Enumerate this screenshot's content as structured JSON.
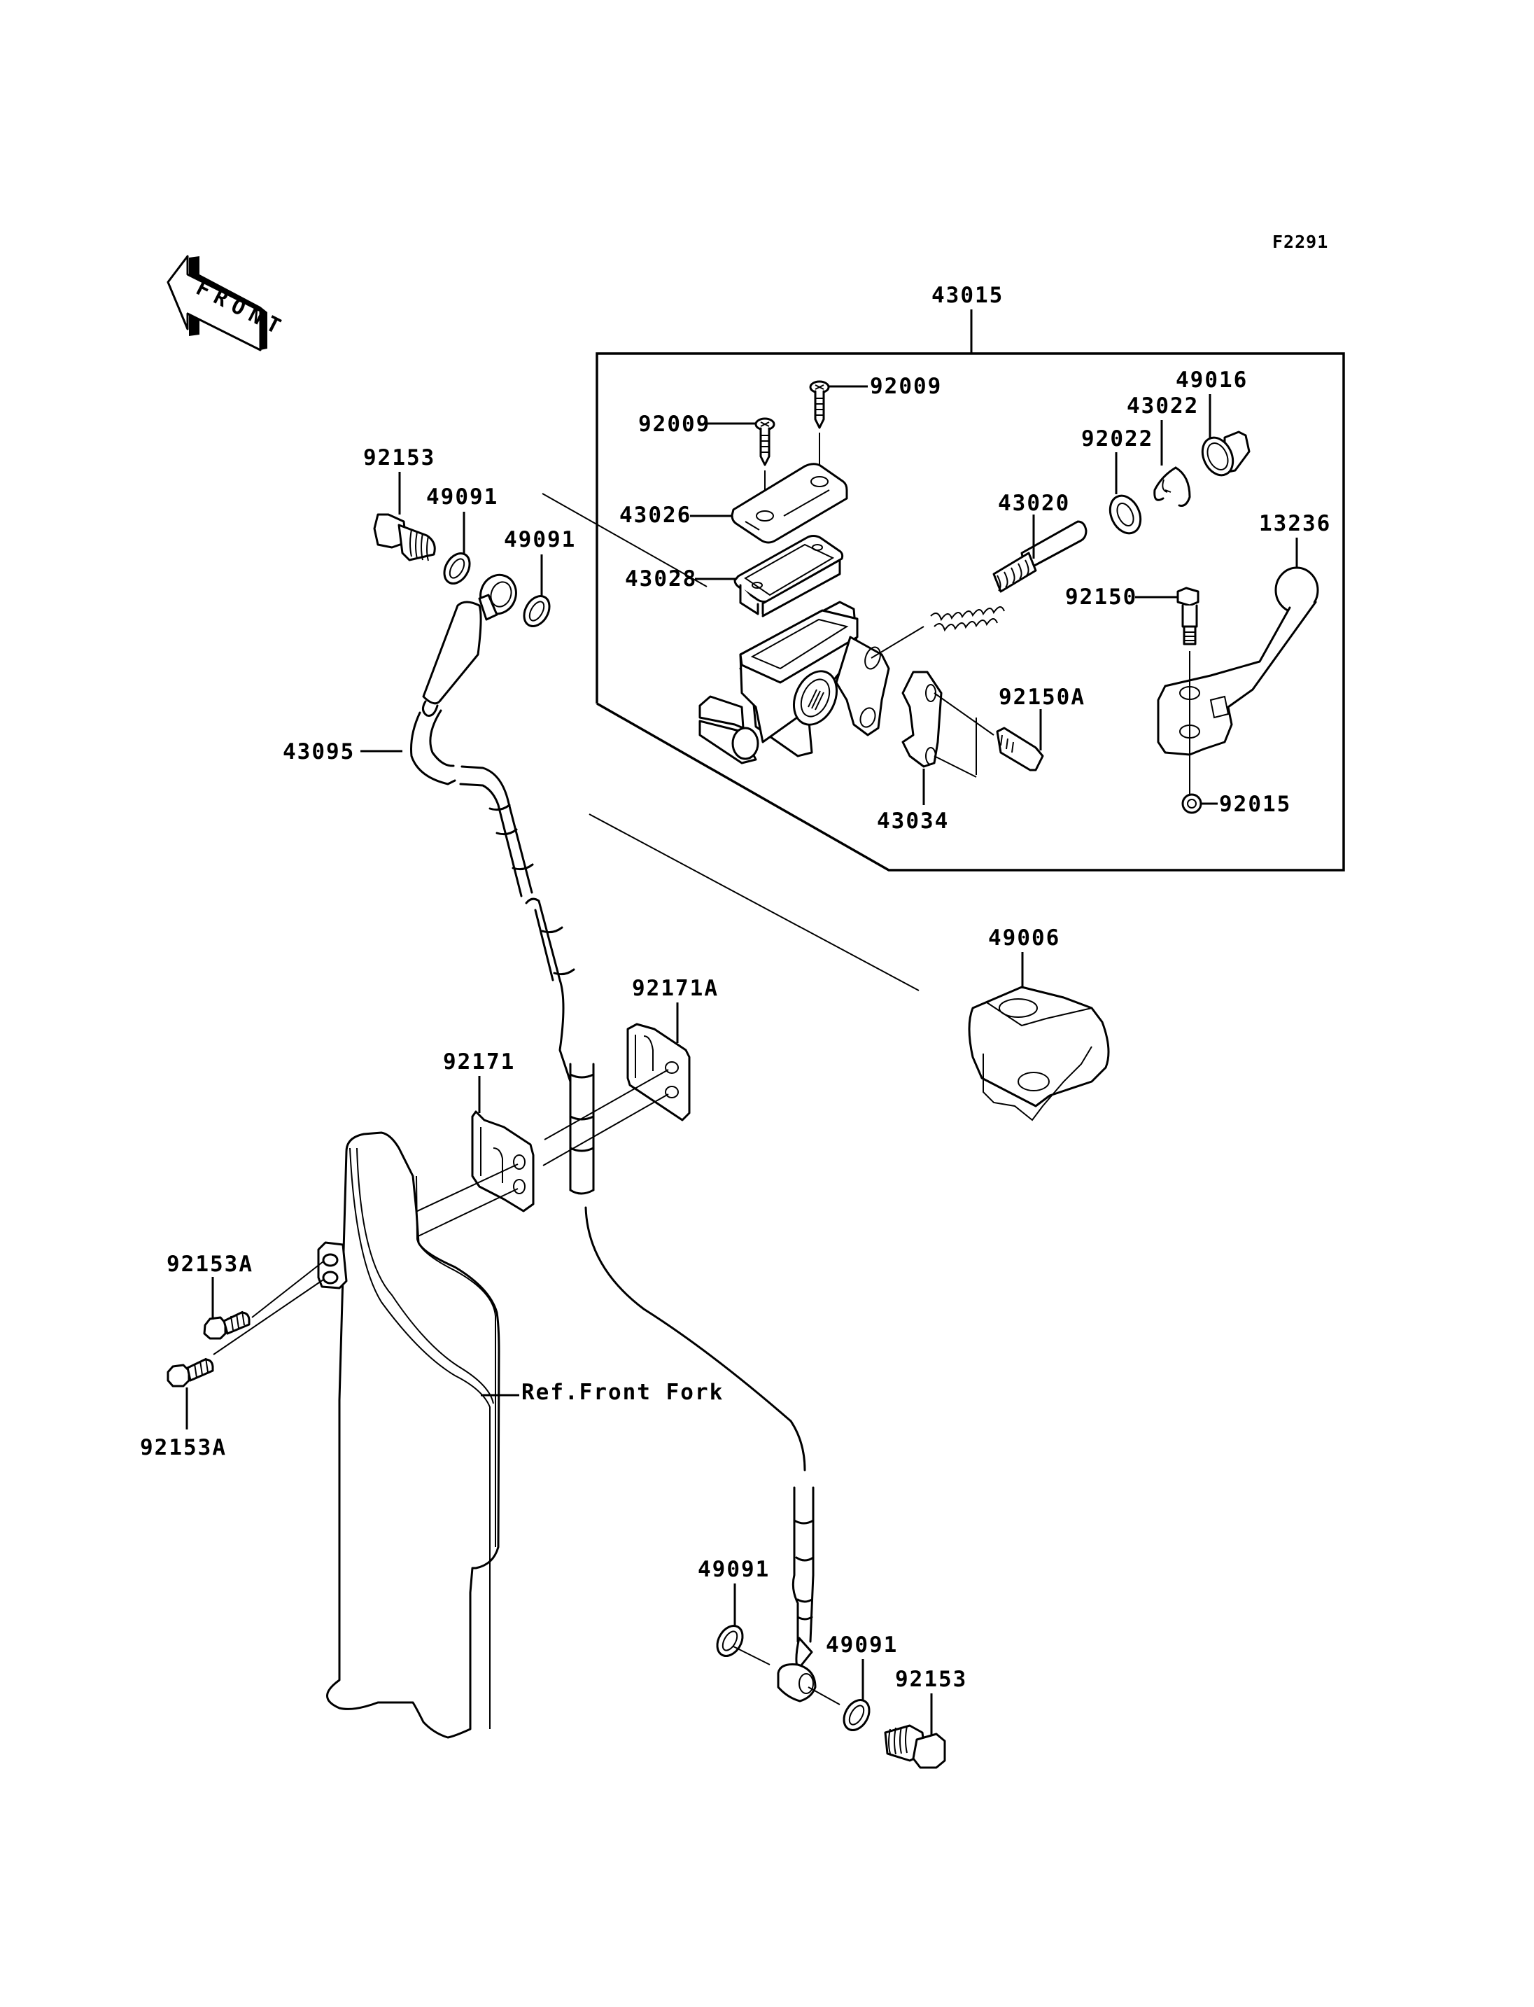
{
  "figure_code": "F2291",
  "direction_indicator": {
    "label": "FRONT",
    "icon": "front-arrow-icon"
  },
  "assembly": {
    "part_number": "43015",
    "name": "master-cylinder-assembly"
  },
  "reference_note": "Ref.Front Fork",
  "callouts": {
    "c43015": "43015",
    "c92009_a": "92009",
    "c92009_b": "92009",
    "c43026": "43026",
    "c43028": "43028",
    "c49016": "49016",
    "c43022": "43022",
    "c92022": "92022",
    "c43020": "43020",
    "c13236": "13236",
    "c92150": "92150",
    "c92150A": "92150A",
    "c43034": "43034",
    "c92015": "92015",
    "c92153_top": "92153",
    "c49091_top1": "49091",
    "c49091_top2": "49091",
    "c43095": "43095",
    "c49006": "49006",
    "c92171A": "92171A",
    "c92171": "92171",
    "c92153A_a": "92153A",
    "c92153A_b": "92153A",
    "c49091_bot1": "49091",
    "c49091_bot2": "49091",
    "c92153_bot": "92153"
  },
  "parts": [
    {
      "number": "43015",
      "description": "master cylinder assembly (boxed group)"
    },
    {
      "number": "92009",
      "description": "screw",
      "qty_shown": 2
    },
    {
      "number": "43026",
      "description": "reservoir cap"
    },
    {
      "number": "43028",
      "description": "diaphragm"
    },
    {
      "number": "43020",
      "description": "piston & spring kit"
    },
    {
      "number": "92022",
      "description": "washer"
    },
    {
      "number": "43022",
      "description": "circlip"
    },
    {
      "number": "49016",
      "description": "dust boot"
    },
    {
      "number": "13236",
      "description": "brake lever"
    },
    {
      "number": "92150",
      "description": "lever pivot bolt"
    },
    {
      "number": "92015",
      "description": "nut"
    },
    {
      "number": "92150A",
      "description": "clamp bolt"
    },
    {
      "number": "43034",
      "description": "clamp holder"
    },
    {
      "number": "92153",
      "description": "banjo bolt",
      "qty_shown": 2
    },
    {
      "number": "49091",
      "description": "sealing washer",
      "qty_shown": 4
    },
    {
      "number": "43095",
      "description": "brake hose"
    },
    {
      "number": "49006",
      "description": "lever cover"
    },
    {
      "number": "92171",
      "description": "hose clamp"
    },
    {
      "number": "92171A",
      "description": "hose clamp"
    },
    {
      "number": "92153A",
      "description": "bolt",
      "qty_shown": 2
    }
  ]
}
